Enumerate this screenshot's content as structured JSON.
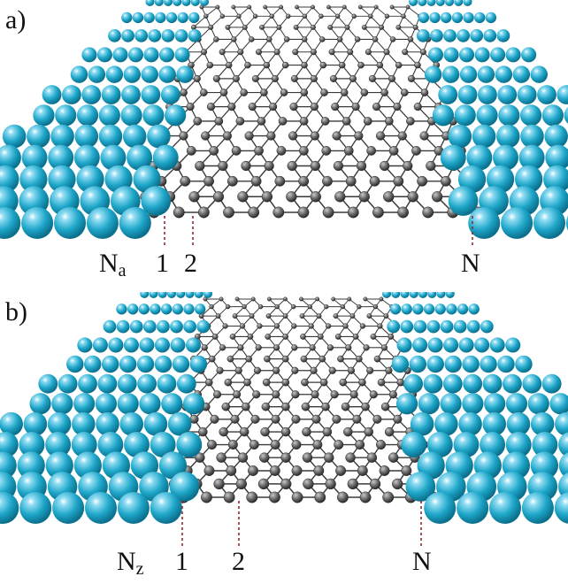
{
  "panels": [
    {
      "id": "a",
      "letter": "a)",
      "edge": "armchair",
      "lead_label": {
        "base": "N",
        "sub": "a"
      },
      "site_labels": [
        "1",
        "2",
        "N"
      ]
    },
    {
      "id": "b",
      "letter": "b)",
      "edge": "zigzag",
      "lead_label": {
        "base": "N",
        "sub": "z"
      },
      "site_labels": [
        "1",
        "2",
        "N"
      ]
    }
  ],
  "colors": {
    "lead_atom": "#1ea6c9",
    "lead_atom_highlight": "#bff0ff",
    "lead_atom_shadow": "#0b6f8c",
    "carbon_atom": "#6a6a6a",
    "carbon_atom_outline": "#2a2a2a",
    "bond": "#3a3a3a",
    "dashed_marker": "#8a2b2b"
  }
}
